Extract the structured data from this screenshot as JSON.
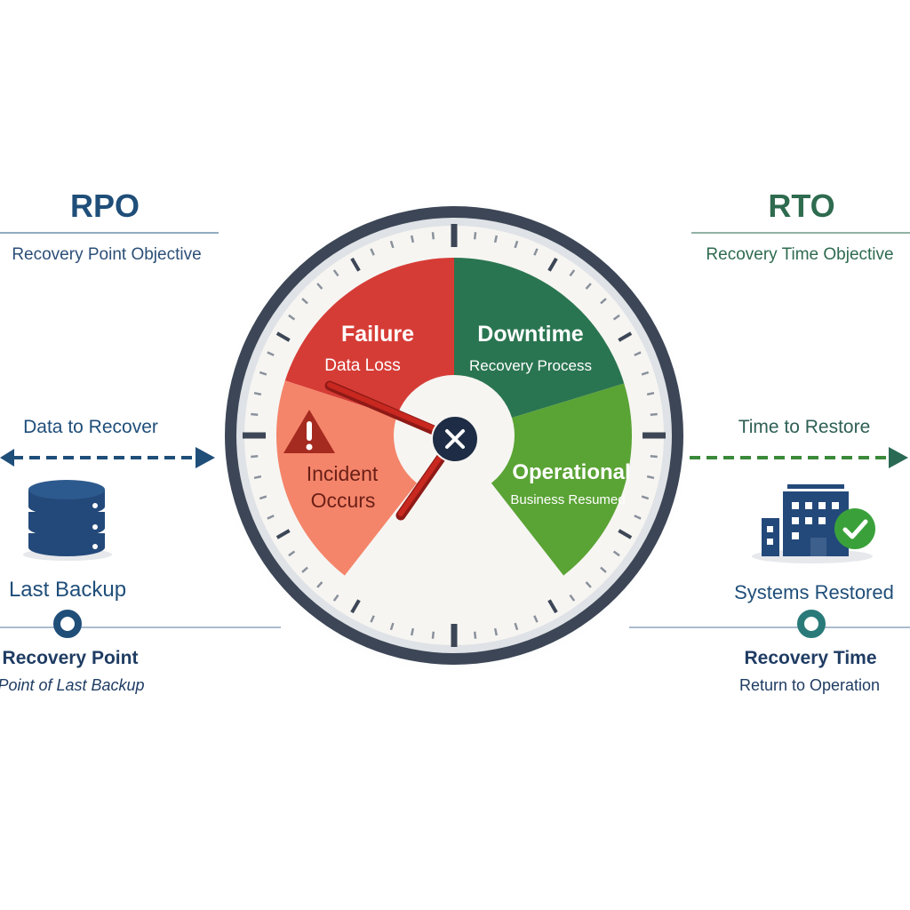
{
  "colors": {
    "navy": "#1f4e79",
    "teal_green": "#2e6b4f",
    "failure": "#d63c36",
    "incident": "#f4856a",
    "downtime": "#2a7551",
    "operational": "#5aa335",
    "dark_ring": "#3c4656",
    "hub": "#1e2d45",
    "teal": "#2a7a7a"
  },
  "rpo": {
    "title": "RPO",
    "subtitle": "Recovery Point Objective",
    "arrow_label": "Data to Recover",
    "icon": "database-icon",
    "marker_label": "Last Backup",
    "point_title": "Recovery Point",
    "point_subtitle": "Point of Last Backup"
  },
  "rto": {
    "title": "RTO",
    "subtitle": "Recovery Time Objective",
    "arrow_label": "Time to Restore",
    "icon": "building-check-icon",
    "marker_label": "Systems Restored",
    "point_title": "Recovery Time",
    "point_subtitle": "Return to Operation"
  },
  "clock": {
    "segments": [
      {
        "title": "Failure",
        "subtitle": "Data Loss"
      },
      {
        "title": "Downtime",
        "subtitle": "Recovery Process"
      },
      {
        "title": "Operational",
        "subtitle": "Business Resumed"
      },
      {
        "title": "Incident",
        "subtitle": "Occurs",
        "icon": "warning-icon"
      }
    ],
    "hub_icon": "close-icon"
  }
}
